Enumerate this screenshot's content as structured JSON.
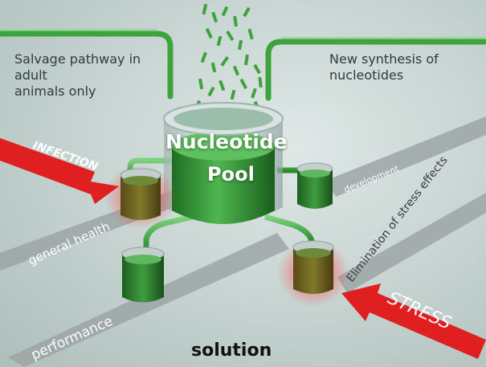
{
  "labels": {
    "salvage_line1": "Salvage pathway in adult",
    "salvage_line2": "animals only",
    "new_synthesis_line1": "New synthesis of",
    "new_synthesis_line2": "nucleotides",
    "pool_line1": "Nucleotide",
    "pool_line2": "Pool",
    "infection": "INFECTION",
    "stress": "STRESS",
    "general_health": "general health",
    "performance": "performance",
    "development": "development",
    "elimination": "Elimination of stress effects",
    "caption": "solution"
  },
  "colors": {
    "pool_green": "#2f8f2f",
    "tank_red_glow": "#ff3b3b",
    "arrow_red": "#e02020",
    "strip_gray": "#9aa3a3"
  }
}
